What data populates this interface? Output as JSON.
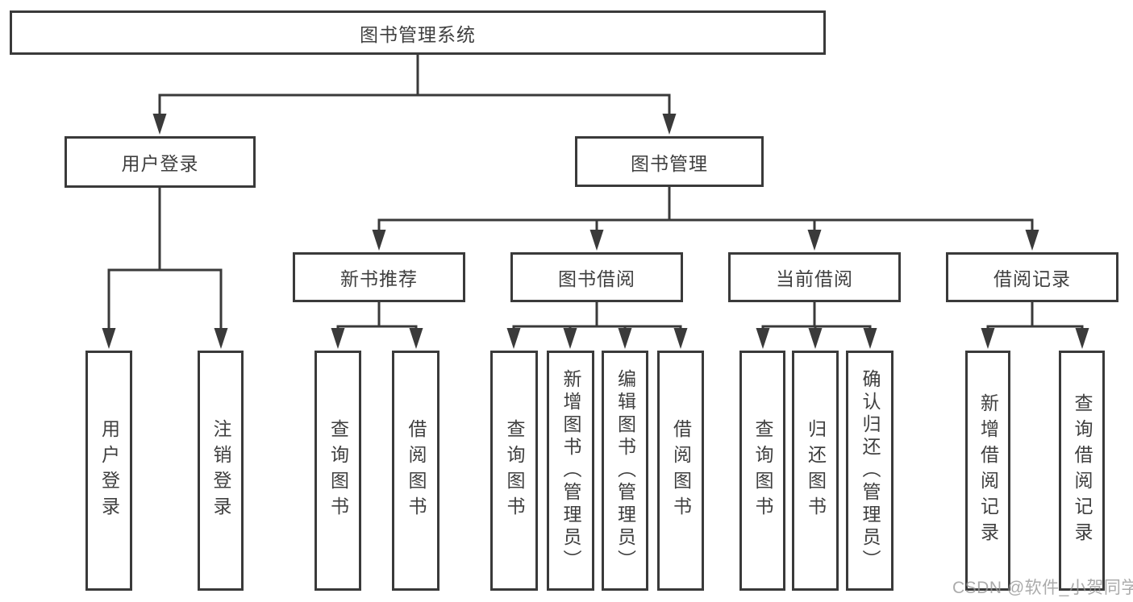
{
  "colors": {
    "line": "#3a3a3a",
    "text": "#3f3f3f",
    "box_background": "#ffffff",
    "watermark": "#969696"
  },
  "diagram": {
    "root": {
      "label": "图书管理系统"
    },
    "login": {
      "label": "用户登录",
      "children": [
        {
          "label": "用户登录"
        },
        {
          "label": "注销登录"
        }
      ]
    },
    "management": {
      "label": "图书管理",
      "sections": [
        {
          "label": "新书推荐",
          "children": [
            {
              "label": "查询图书"
            },
            {
              "label": "借阅图书"
            }
          ]
        },
        {
          "label": "图书借阅",
          "children": [
            {
              "label": "查询图书"
            },
            {
              "label": "新增图书（管理员）"
            },
            {
              "label": "编辑图书（管理员）"
            },
            {
              "label": "借阅图书"
            }
          ]
        },
        {
          "label": "当前借阅",
          "children": [
            {
              "label": "查询图书"
            },
            {
              "label": "归还图书"
            },
            {
              "label": "确认归还（管理员）"
            }
          ]
        },
        {
          "label": "借阅记录",
          "children": [
            {
              "label": "新增借阅记录"
            },
            {
              "label": "查询借阅记录"
            }
          ]
        }
      ]
    }
  },
  "watermark": {
    "text": "CSDN @软件_小贺同学"
  }
}
